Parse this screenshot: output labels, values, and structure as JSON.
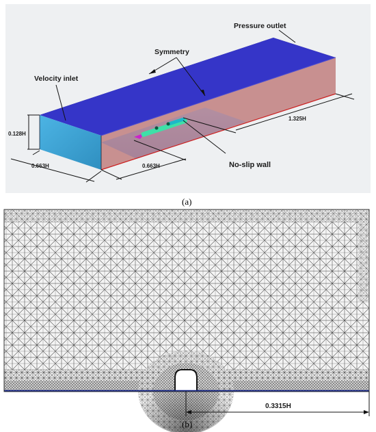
{
  "panel_a": {
    "caption": "(a)",
    "labels": {
      "pressure_outlet": "Pressure outlet",
      "symmetry": "Symmetry",
      "velocity_inlet": "Velocity inlet",
      "no_slip_wall": "No-slip wall"
    },
    "dimensions": {
      "height": "0.128H",
      "width": "0.663H",
      "upstream": "0.663H",
      "downstream": "1.325H"
    },
    "colors": {
      "top": "#3535c8",
      "front": "#c89090",
      "inlet": "#3ea8d8",
      "outlet": "#f0e08a",
      "back": "#1a1a6a",
      "model": "#3ee0a8"
    }
  },
  "panel_b": {
    "caption": "(b)",
    "dimension": "0.3315H",
    "colors": {
      "mesh": "#2a2a2a",
      "floor": "#1a2a8a"
    }
  }
}
